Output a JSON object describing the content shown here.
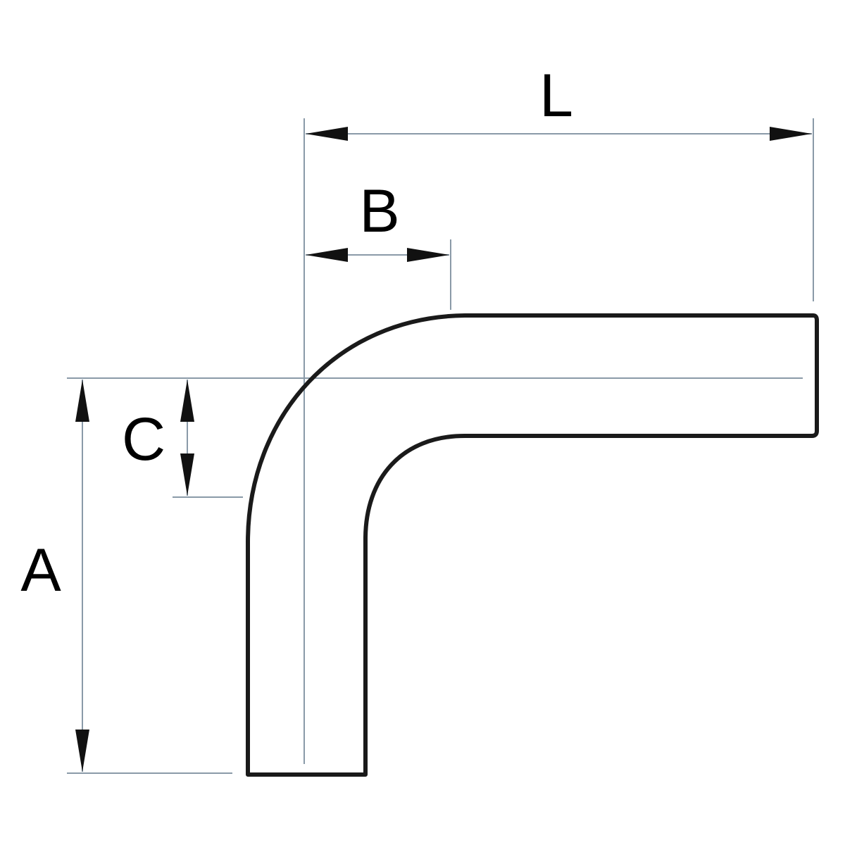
{
  "diagram": {
    "labels": {
      "L": "L",
      "B": "B",
      "C": "C",
      "A": "A"
    },
    "colors": {
      "outline": "#1a1a1a",
      "dimension_line": "#8a9aa8",
      "arrowhead": "#111111",
      "text": "#000000",
      "background": "#ffffff"
    }
  }
}
